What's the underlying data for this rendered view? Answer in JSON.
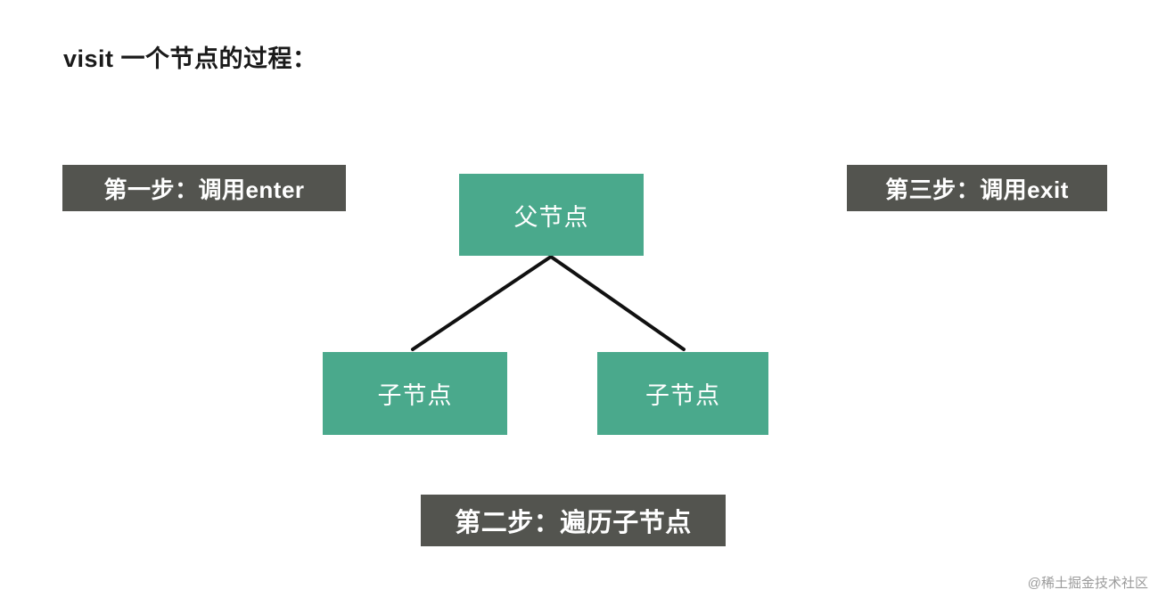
{
  "page": {
    "title": "visit 一个节点的过程：",
    "background_color": "#ffffff"
  },
  "colors": {
    "node_green": "#4aa98c",
    "label_dark": "#53544f",
    "edge_black": "#111111",
    "title_text": "#1a1a1a",
    "watermark_text": "#9b9b9b"
  },
  "steps": [
    {
      "id": "step-one",
      "label": "第一步：调用enter"
    },
    {
      "id": "step-two",
      "label": "第二步：遍历子节点"
    },
    {
      "id": "step-three",
      "label": "第三步：调用exit"
    }
  ],
  "tree": {
    "parent": {
      "label": "父节点"
    },
    "children": [
      {
        "label": "子节点"
      },
      {
        "label": "子节点"
      }
    ]
  },
  "watermark": {
    "text": "@稀土掘金技术社区"
  }
}
